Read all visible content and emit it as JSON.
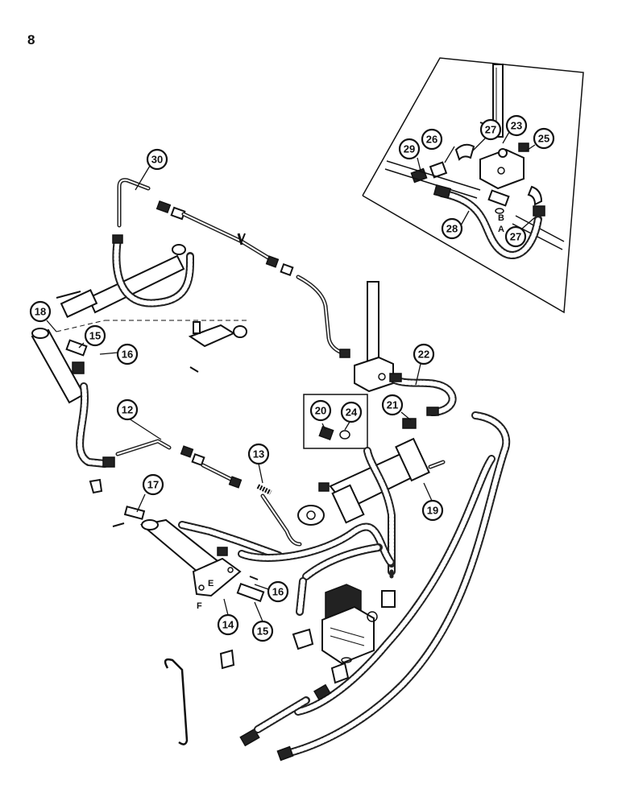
{
  "page": {
    "number": "8"
  },
  "callouts": [
    {
      "label": "30"
    },
    {
      "label": "23"
    },
    {
      "label": "27"
    },
    {
      "label": "26"
    },
    {
      "label": "29"
    },
    {
      "label": "25"
    },
    {
      "label": "28"
    },
    {
      "label": "27"
    },
    {
      "label": "18"
    },
    {
      "label": "15"
    },
    {
      "label": "16"
    },
    {
      "label": "22"
    },
    {
      "label": "20"
    },
    {
      "label": "24"
    },
    {
      "label": "21"
    },
    {
      "label": "12"
    },
    {
      "label": "13"
    },
    {
      "label": "17"
    },
    {
      "label": "19"
    },
    {
      "label": "16"
    },
    {
      "label": "14"
    },
    {
      "label": "15"
    }
  ],
  "letters": {
    "b": "B",
    "a": "A",
    "e": "E",
    "f": "F"
  }
}
